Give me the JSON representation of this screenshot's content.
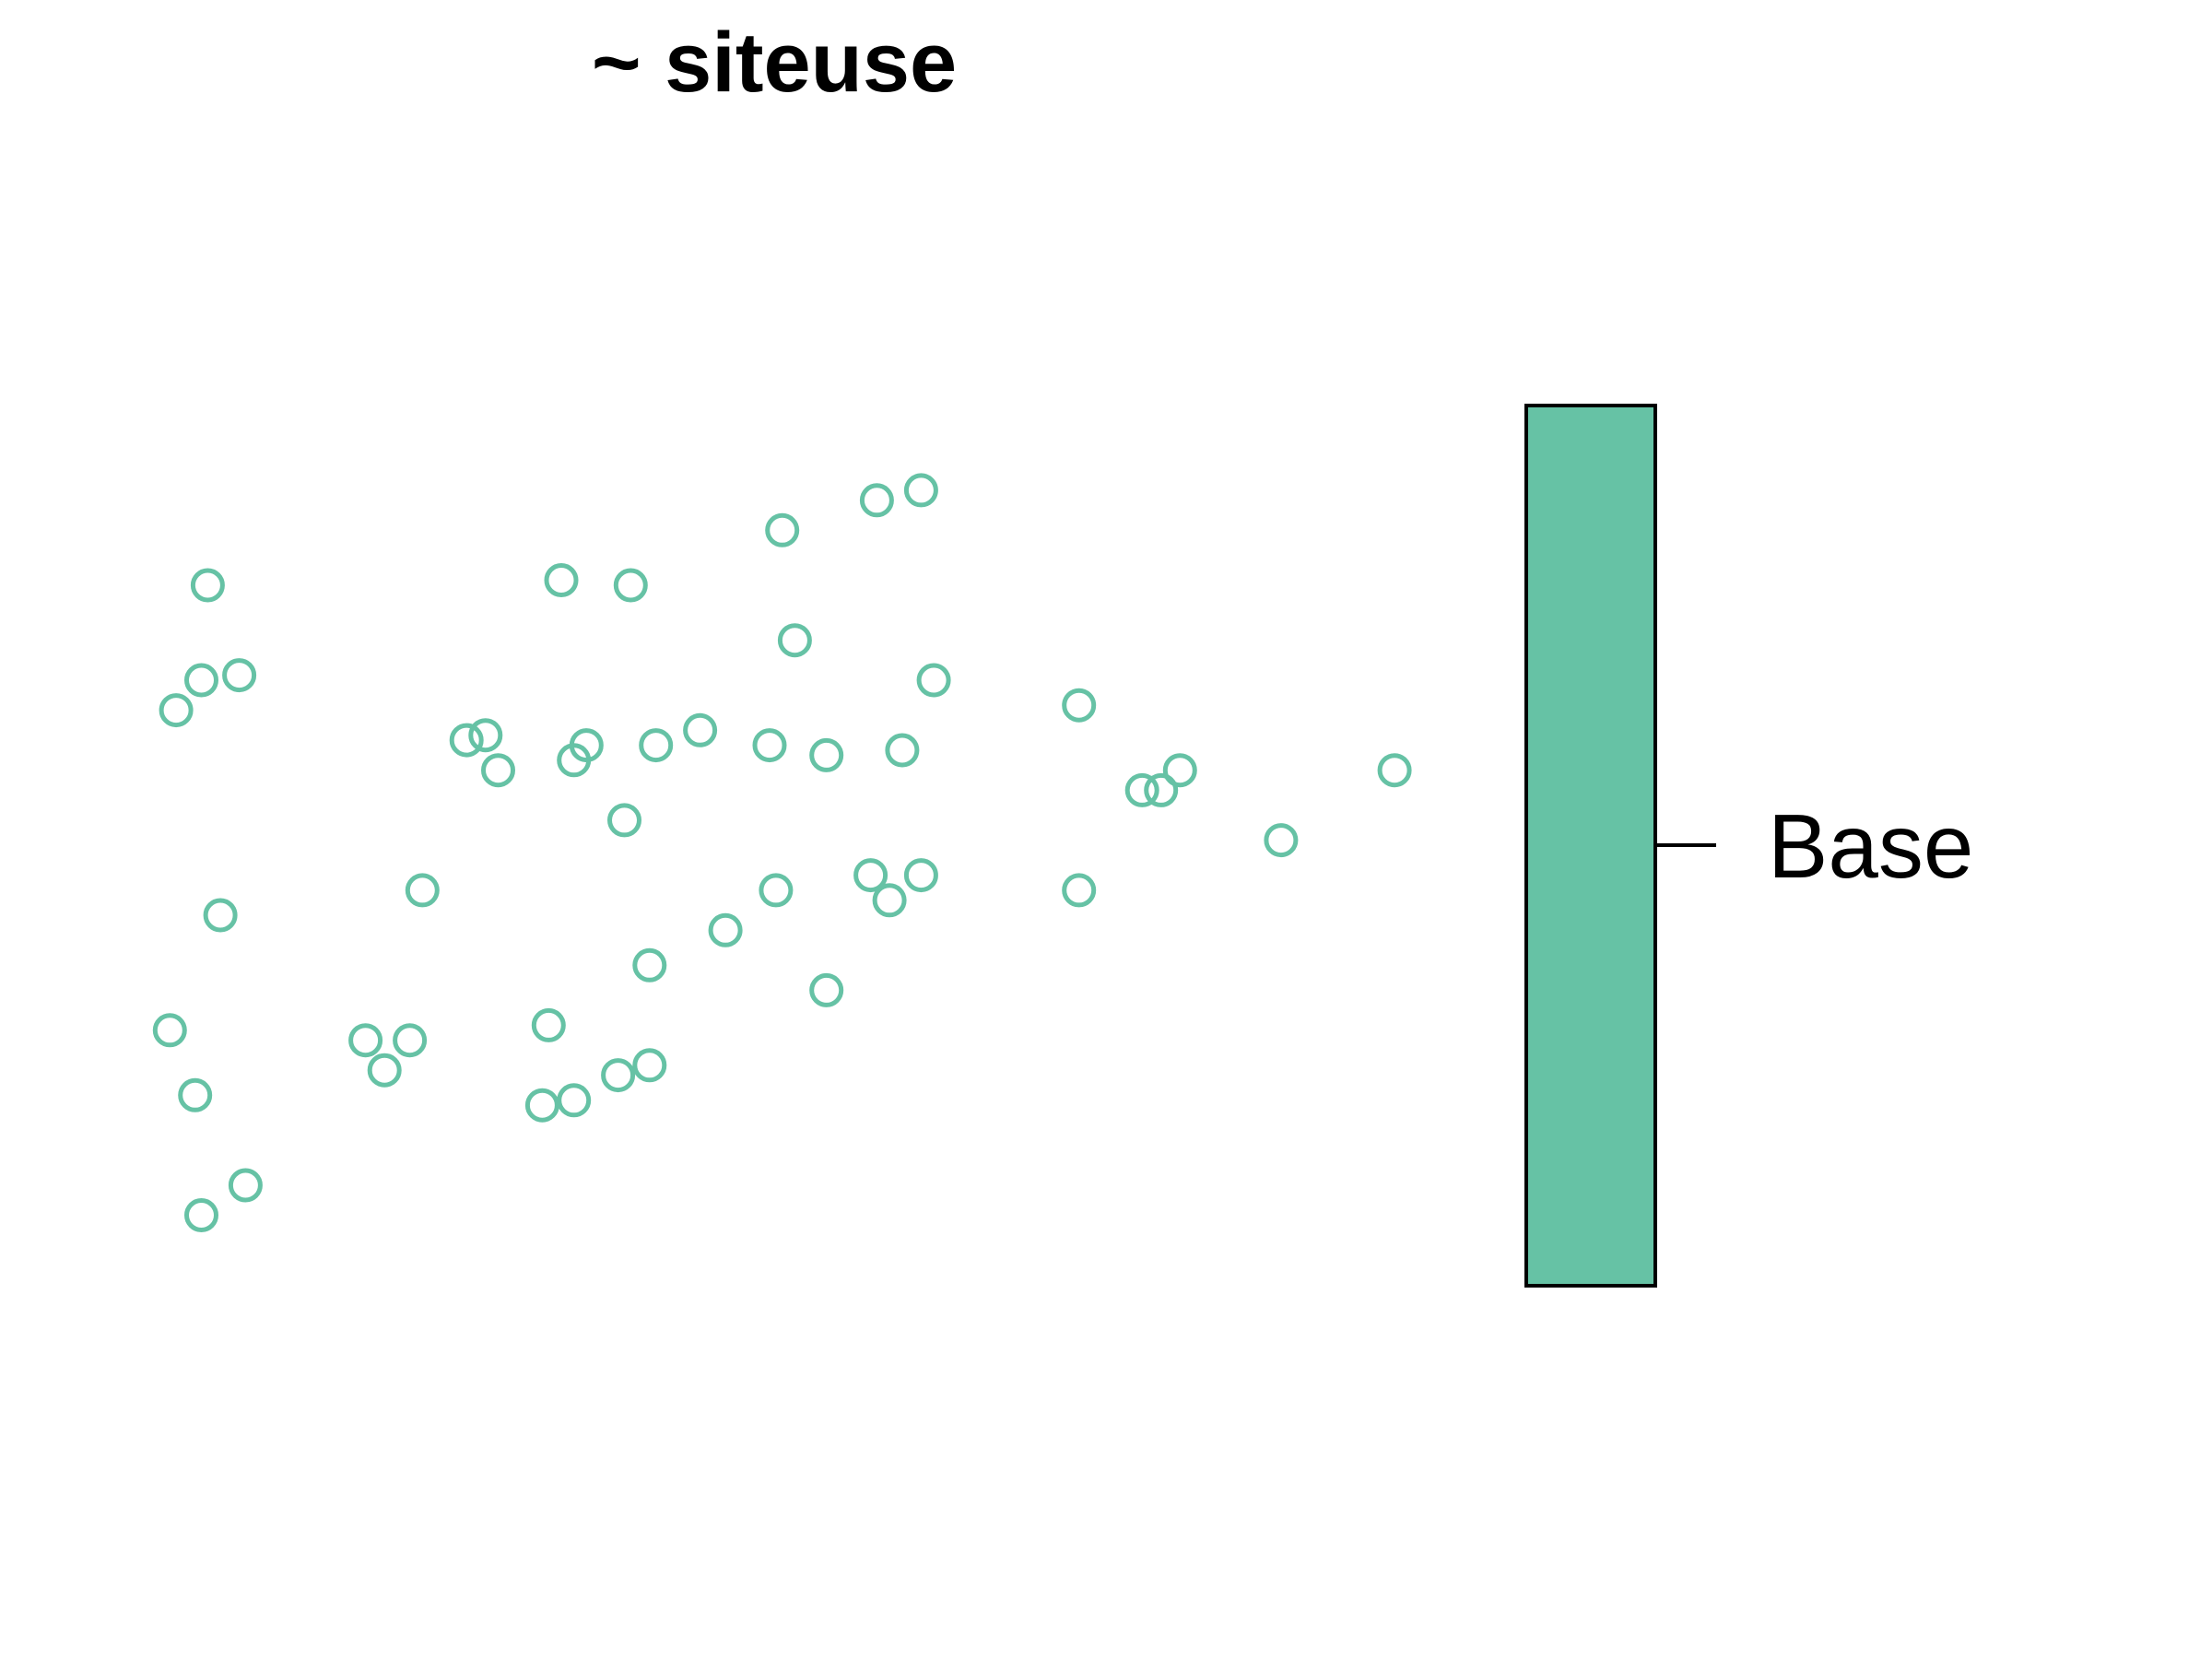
{
  "chart_data": {
    "type": "scatter",
    "title": "~ siteuse",
    "xlabel": "",
    "ylabel": "",
    "axes_visible": false,
    "grid": false,
    "xlim": [
      0,
      10
    ],
    "ylim": [
      0,
      10
    ],
    "legend": {
      "placement": "right",
      "style": "color bar",
      "entries": [
        {
          "label": "Base",
          "color": "#66c2a5"
        }
      ]
    },
    "series": [
      {
        "color": "#66c2a5",
        "marker": "open-circle",
        "points": [
          [
            0.3,
            6.4
          ],
          [
            0.55,
            7.65
          ],
          [
            0.5,
            6.7
          ],
          [
            0.8,
            6.75
          ],
          [
            0.65,
            4.35
          ],
          [
            0.25,
            3.2
          ],
          [
            0.45,
            2.55
          ],
          [
            0.5,
            1.35
          ],
          [
            0.85,
            1.65
          ],
          [
            1.8,
            3.1
          ],
          [
            1.95,
            2.8
          ],
          [
            2.15,
            3.1
          ],
          [
            2.25,
            4.6
          ],
          [
            2.6,
            6.1
          ],
          [
            2.75,
            6.15
          ],
          [
            2.85,
            5.8
          ],
          [
            3.35,
            7.7
          ],
          [
            3.45,
            5.9
          ],
          [
            3.55,
            6.05
          ],
          [
            3.25,
            3.25
          ],
          [
            3.2,
            2.45
          ],
          [
            3.45,
            2.5
          ],
          [
            3.9,
            7.65
          ],
          [
            3.85,
            5.3
          ],
          [
            4.1,
            6.05
          ],
          [
            3.8,
            2.75
          ],
          [
            4.05,
            2.85
          ],
          [
            4.05,
            3.85
          ],
          [
            4.45,
            6.2
          ],
          [
            4.65,
            4.2
          ],
          [
            5.0,
            6.05
          ],
          [
            5.1,
            8.2
          ],
          [
            5.2,
            7.1
          ],
          [
            5.05,
            4.6
          ],
          [
            5.45,
            5.95
          ],
          [
            5.45,
            3.6
          ],
          [
            5.85,
            8.5
          ],
          [
            6.2,
            8.6
          ],
          [
            6.3,
            6.7
          ],
          [
            6.05,
            6.0
          ],
          [
            5.8,
            4.75
          ],
          [
            6.2,
            4.75
          ],
          [
            5.95,
            4.5
          ],
          [
            7.45,
            6.45
          ],
          [
            7.45,
            4.6
          ],
          [
            7.95,
            5.6
          ],
          [
            8.1,
            5.6
          ],
          [
            8.25,
            5.8
          ],
          [
            9.05,
            5.1
          ],
          [
            9.95,
            5.8
          ]
        ]
      }
    ]
  }
}
